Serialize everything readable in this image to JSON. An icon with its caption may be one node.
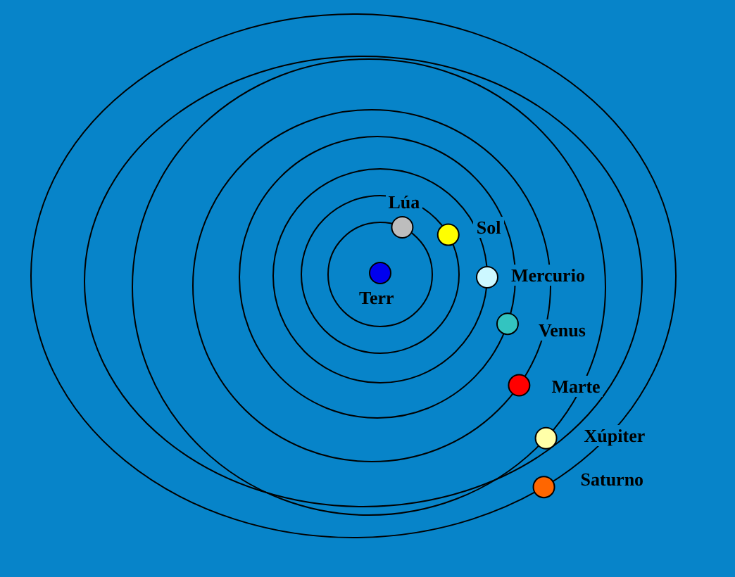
{
  "diagram": {
    "nodes": [
      {
        "text": [
          "Terr"
        ]
      },
      {
        "text": [
          "Lúa"
        ]
      },
      {
        "text": [
          "Sol"
        ]
      },
      {
        "text": [
          "Mercurio"
        ]
      },
      {
        "text": [
          "Venus"
        ]
      },
      {
        "text": [
          "Marte"
        ]
      },
      {
        "text": [
          "Xúpiter"
        ]
      },
      {
        "text": [
          "Saturno"
        ]
      }
    ]
  }
}
